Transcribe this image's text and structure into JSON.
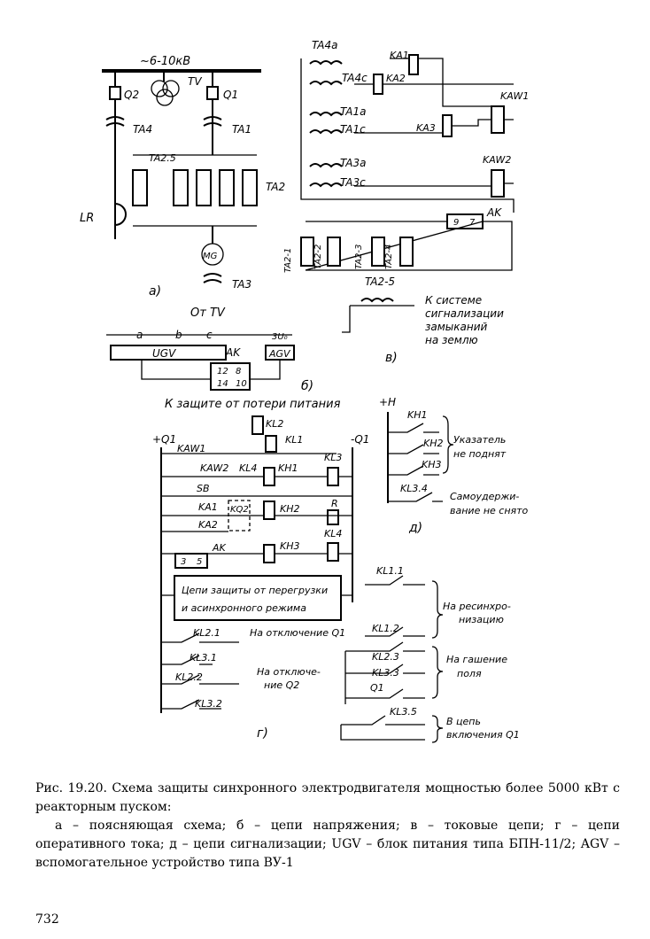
{
  "diagram": {
    "a": {
      "bus": "~6-10кВ",
      "labels": [
        "TV",
        "Q2",
        "Q1",
        "TA4",
        "TA1",
        "TA2.5",
        "TA2",
        "LR",
        "MG",
        "TA3",
        "а)"
      ]
    },
    "b": {
      "source": "От TV",
      "phases": [
        "a",
        "b",
        "c"
      ],
      "ugv": "UGV",
      "ak": "AK",
      "agv": "AGV",
      "u0": "3U₀",
      "terminals": [
        "12",
        "8",
        "14",
        "10"
      ],
      "tag": "б)"
    },
    "v": {
      "ta4a": "TA4a",
      "ta4c": "TA4c",
      "ta1a": "TA1a",
      "ta1c": "TA1c",
      "ta3a": "TA3a",
      "ta3c": "TA3c",
      "ka1": "KA1",
      "ka2": "KA2",
      "ka3": "KA3",
      "kaw1": "KAW1",
      "kaw2": "KAW2",
      "ak": "AK",
      "ak_terms": [
        "9",
        "7"
      ],
      "ta2": [
        "TA2-1",
        "TA2-2",
        "TA2-3",
        "TA2-4"
      ],
      "ta25": "TA2-5",
      "note": [
        "К системе",
        "сигнализации",
        "замыканий",
        "на землю"
      ],
      "tag": "в)"
    },
    "g": {
      "header": "К защите от потери питания",
      "plus": "+Q1",
      "minus": "-Q1",
      "relays": [
        "KL2",
        "KL1",
        "KL3",
        "KL4",
        "R",
        "KH1",
        "KH2",
        "KH3"
      ],
      "contacts": [
        "KAW1",
        "KAW2",
        "KL4",
        "SB",
        "KA1",
        "KA2",
        "KQ2",
        "AK"
      ],
      "ak_terms": [
        "3",
        "5"
      ],
      "block": [
        "Цепи защиты от перегрузки",
        "и асинхронного режима"
      ],
      "kl21": "KL2.1",
      "kl31": "KL3.1",
      "kl22": "KL2.2",
      "kl32": "KL3.2",
      "trip_q1": "На отключение Q1",
      "trip_q2": [
        "На отключе-",
        "ние Q2"
      ],
      "kl11": "KL1.1",
      "kl12": "KL1.2",
      "resync": [
        "На ресинхро-",
        "низацию"
      ],
      "kl23": "KL2.3",
      "kl33": "KL3.3",
      "q1": "Q1",
      "field": [
        "На гашение",
        "поля"
      ],
      "kl35": "KL3.5",
      "close": [
        "В цепь",
        "включения Q1"
      ],
      "tag": "г)"
    },
    "d": {
      "plus": "+H",
      "kh": [
        "KH1",
        "KH2",
        "KH3"
      ],
      "kl34": "KL3.4",
      "flag": [
        "Указатель",
        "не поднят"
      ],
      "hold": [
        "Самоудержи-",
        "вание не снято"
      ],
      "tag": "д)"
    }
  },
  "caption": {
    "title": "Рис. 19.20. Схема защиты синхронного электродвигателя мощностью более 5000 кВт с реакторным пуском:",
    "legend": "а – поясняющая схема; б – цепи напряжения; в – токовые цепи; г – цепи оперативного тока; д – цепи сигнализации; UGV – блок питания типа БПН-11/2; AGV – вспомогательное устройство типа ВУ-1"
  },
  "page_number": "732"
}
